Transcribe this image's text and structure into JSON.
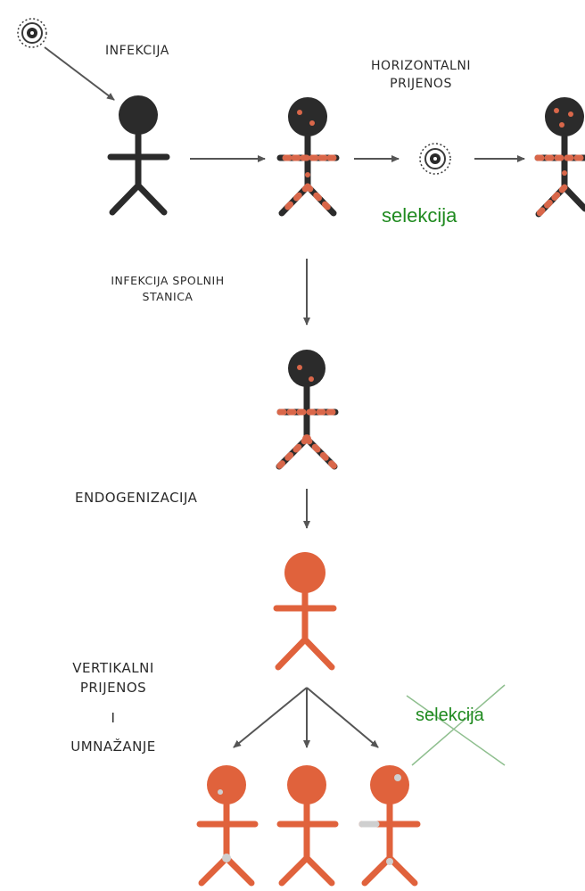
{
  "labels": {
    "infekcija": "INFEKCIJA",
    "horizontalni": "HORIZONTALNI",
    "prijenos": "PRIJENOS",
    "selekcija": "selekcija",
    "infekcija_spolnih": "INFEKCIJA SPOLNIH",
    "stanica": "STANICA",
    "endogenizacija": "ENDOGENIZACIJA",
    "vertikalni": "VERTIKALNI",
    "prijenos2": "PRIJENOS",
    "i": "I",
    "umnazanje": "UMNAŽANJE",
    "selekcija_crossed": "selekcija"
  },
  "colors": {
    "infected_dark": "#2b2b2b",
    "retrovirus_mark": "#d9674a",
    "endogenous_orange": "#e0623c",
    "arrow": "#555555",
    "selection_green": "#1f8a1f",
    "marker_gray": "#cfcfcf"
  }
}
